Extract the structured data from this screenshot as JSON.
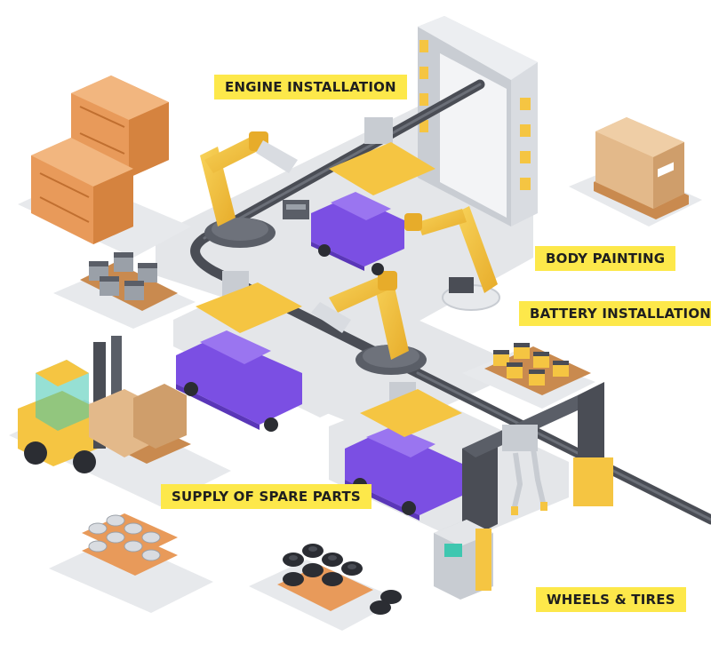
{
  "labels": {
    "engine_installation": "ENGINE INSTALLATION",
    "body_painting": "BODY PAINTING",
    "battery_installation": "BATTERY INSTALLATION",
    "supply_of_spare_parts": "SUPPLY OF SPARE PARTS",
    "wheels_and_tires": "WHEELS & TIRES"
  },
  "colors": {
    "label_bg": "#fde84a",
    "floor": "#e3e5e8",
    "conveyor": "#4a4d55",
    "robot_arm": "#f5c542",
    "car_body": "#7b4fe3",
    "crate": "#e89a5a",
    "box": "#e3b98a"
  }
}
